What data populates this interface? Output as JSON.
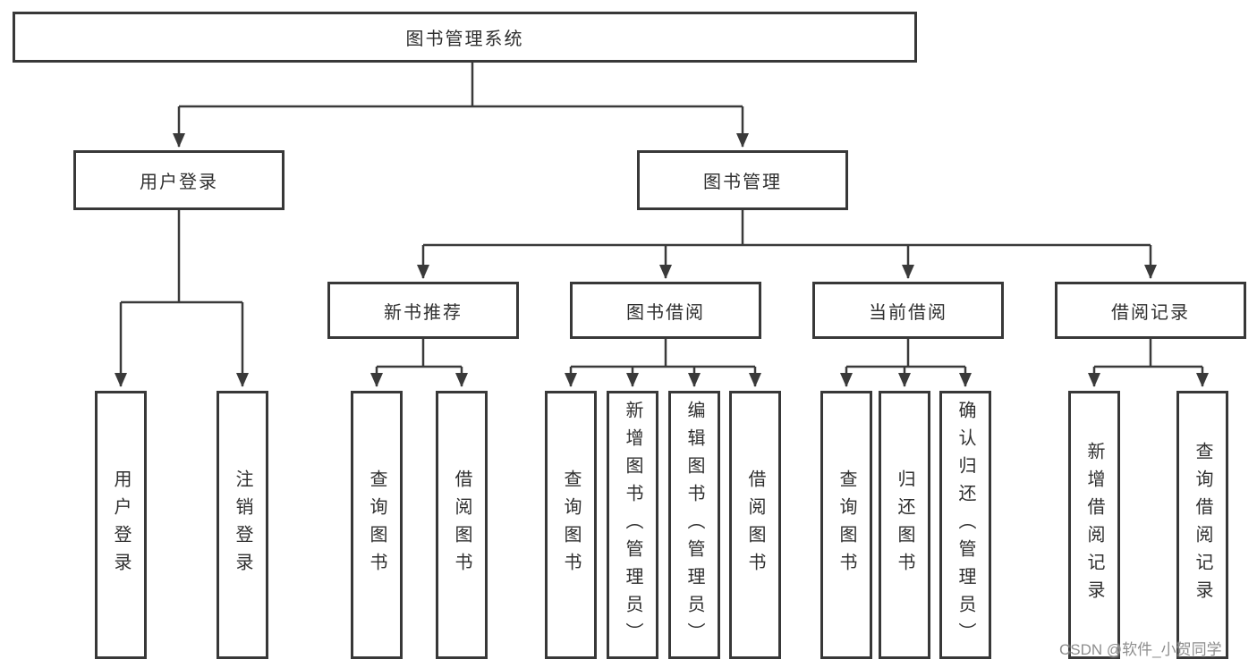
{
  "tree": {
    "root": {
      "label": "图书管理系统"
    },
    "user_login": {
      "label": "用户登录",
      "leaves": [
        "用户登录",
        "注销登录"
      ]
    },
    "book_mgmt": {
      "label": "图书管理",
      "groups": [
        {
          "label": "新书推荐",
          "leaves": [
            "查询图书",
            "借阅图书"
          ]
        },
        {
          "label": "图书借阅",
          "leaves": [
            "查询图书",
            "新增图书（管理员）",
            "编辑图书（管理员）",
            "借阅图书"
          ]
        },
        {
          "label": "当前借阅",
          "leaves": [
            "查询图书",
            "归还图书",
            "确认归还（管理员）"
          ]
        },
        {
          "label": "借阅记录",
          "leaves": [
            "新增借阅记录",
            "查询借阅记录"
          ]
        }
      ]
    }
  },
  "watermark": "CSDN @软件_小贺同学",
  "colors": {
    "line": "#3a3a3a",
    "border": "#383838",
    "text": "#2f2f2f",
    "watermark": "#828282"
  }
}
